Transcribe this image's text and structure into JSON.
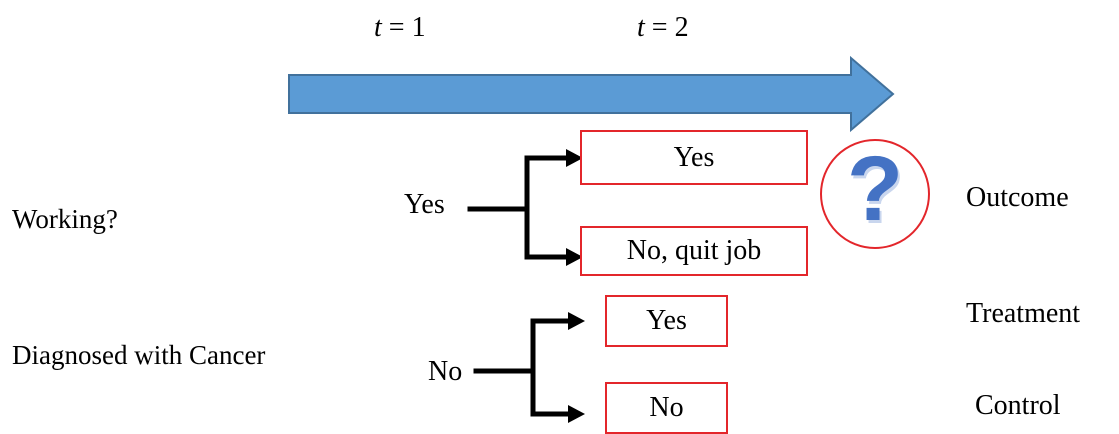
{
  "timeline": {
    "t1": {
      "var": "t",
      "eq": "= 1"
    },
    "t2": {
      "var": "t",
      "eq": "= 2"
    },
    "arrow_color": "#5b9bd5",
    "arrow_stroke": "#41719c"
  },
  "rows": {
    "working_label": "Working?",
    "diagnosed_label": "Diagnosed with Cancer"
  },
  "branches": {
    "top_root": "Yes",
    "bottom_root": "No",
    "top_yes": "Yes",
    "top_no": "No, quit job",
    "bottom_yes": "Yes",
    "bottom_no": "No"
  },
  "outcomes": {
    "outcome": "Outcome",
    "treatment": "Treatment",
    "control": "Control"
  },
  "question_mark": {
    "glyph": "?",
    "circle_color": "#e3262b",
    "glyph_color": "#4472c4"
  },
  "box_border_color": "#e3262b"
}
